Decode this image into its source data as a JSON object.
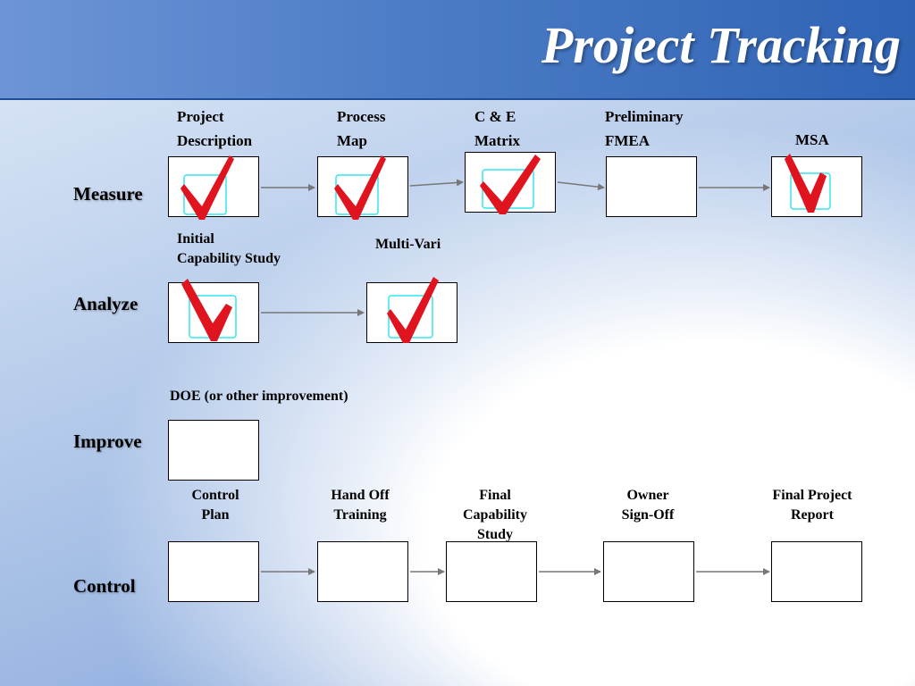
{
  "title": "Project Tracking",
  "colors": {
    "check": "#e0141e",
    "inner_box": "#33e6ee",
    "connector": "#777777"
  },
  "phases": {
    "measure": "Measure",
    "analyze": "Analyze",
    "improve": "Improve",
    "control": "Control"
  },
  "measure_steps": [
    {
      "label": "Project\nDescription",
      "completed": true
    },
    {
      "label": "Process\nMap",
      "completed": true
    },
    {
      "label": "C & E\nMatrix",
      "completed": true
    },
    {
      "label": "Preliminary\nFMEA",
      "completed": false
    },
    {
      "label": "MSA",
      "completed": true
    }
  ],
  "analyze_steps": [
    {
      "label": "Initial\nCapability Study",
      "completed": true
    },
    {
      "label": "Multi-Vari",
      "completed": true
    }
  ],
  "improve_steps": [
    {
      "label": "DOE (or other improvement)",
      "completed": false
    }
  ],
  "control_steps": [
    {
      "label": "Control\nPlan",
      "completed": false
    },
    {
      "label": "Hand Off\nTraining",
      "completed": false
    },
    {
      "label": "Final\nCapability\nStudy",
      "completed": false
    },
    {
      "label": "Owner\nSign-Off",
      "completed": false
    },
    {
      "label": "Final Project\nReport",
      "completed": false
    }
  ]
}
